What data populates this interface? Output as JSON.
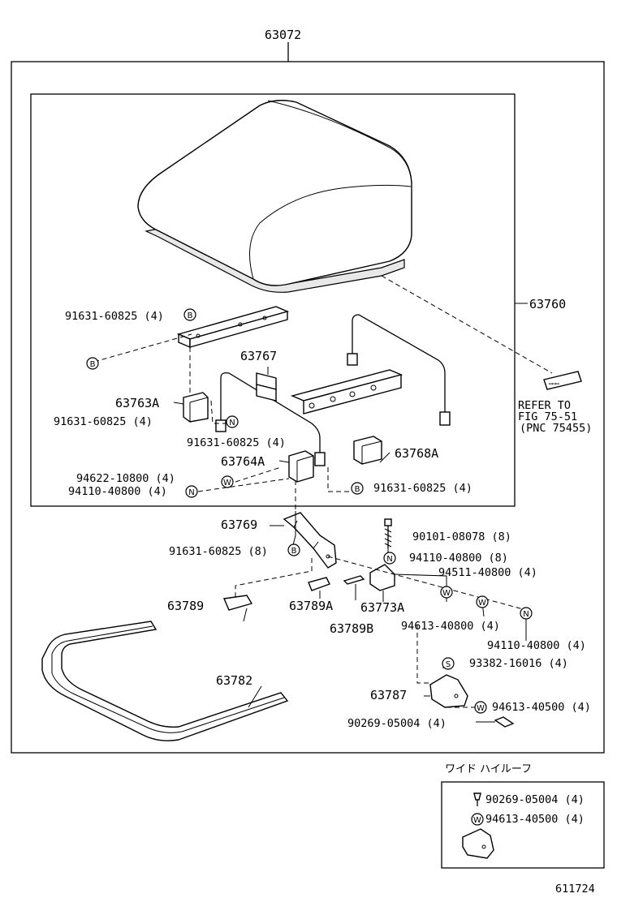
{
  "labels": {
    "assy": "63072",
    "cushion": "63760",
    "bracket_rh": "63767",
    "bracket_a": "63763A",
    "bracket_b": "63768A",
    "bracket_c": "63764A",
    "support": "63769",
    "cover1": "63789",
    "cover2": "63789A",
    "cover3": "63789B",
    "bracket_d": "63773A",
    "frame": "63782",
    "cap": "63787",
    "refer1": "REFER TO",
    "refer2": "FIG 75-51",
    "refer3": "(PNC 75455)",
    "bolt1": "91631-60825 (4)",
    "bolt2": "91631-60825 (4)",
    "bolt3": "91631-60825 (4)",
    "bolt4": "91631-60825 (4)",
    "bolt5": "91631-60825 (8)",
    "washer1": "94622-10800 (4)",
    "nut1": "94110-40800 (4)",
    "screw1": "90101-08078 (8)",
    "nut2": "94110-40800 (8)",
    "washer2": "94511-40800 (4)",
    "washer3": "94613-40800 (4)",
    "nut3": "94110-40800 (4)",
    "screw2": "93382-16016 (4)",
    "washer4": "94613-40500 (4)",
    "clip1": "90269-05004 (4)",
    "variant_title": "ワイド ハイルーフ",
    "variant_clip": "90269-05004 (4)",
    "variant_washer": "94613-40500 (4)",
    "figure_no": "611724"
  },
  "symbols": {
    "bolt": "B",
    "nut": "N",
    "washer": "W",
    "screw": "S"
  }
}
